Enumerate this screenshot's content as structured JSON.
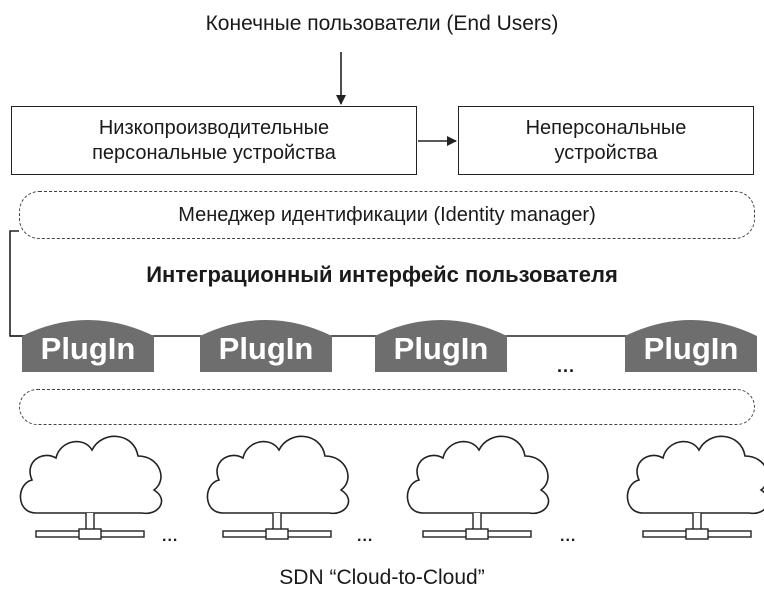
{
  "top": {
    "title": "Конечные пользователи (End Users)"
  },
  "devices": {
    "low_perf_line1": "Низкопроизводительные",
    "low_perf_line2": "персональные устройства",
    "nonpersonal_line1": "Неперсональные",
    "nonpersonal_line2": "устройства"
  },
  "identity_manager": {
    "label": "Менеджер идентификации (Identity manager)"
  },
  "integration": {
    "title": "Интеграционный интерфейс пользователя"
  },
  "plugins": [
    {
      "label": "PlugIn"
    },
    {
      "label": "PlugIn"
    },
    {
      "label": "PlugIn"
    },
    {
      "label": "PlugIn"
    }
  ],
  "ellipsis": "...",
  "bottom": {
    "title": "SDN “Cloud-to-Cloud”"
  },
  "colors": {
    "plugin_fill": "#6e6e6e",
    "line": "#222222"
  }
}
